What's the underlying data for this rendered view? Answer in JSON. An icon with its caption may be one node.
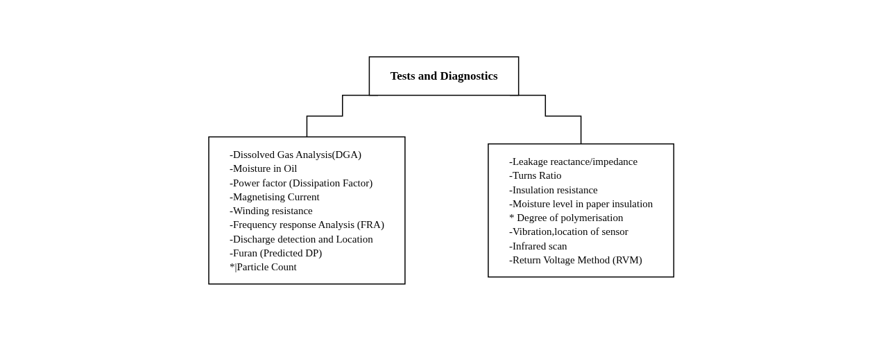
{
  "diagram": {
    "nodes": [
      {
        "text": [
          "Tests and Diagnostics"
        ]
      },
      {
        "text": [
          "-Dissolved Gas Analysis(DGA)",
          "-Moisture in Oil",
          "-Power factor (Dissipation Factor)",
          "-Magnetising Current",
          "-Winding resistance",
          "-Frequency response Analysis (FRA)",
          "-Discharge detection and Location",
          "-Furan (Predicted DP)",
          "*|Particle Count"
        ]
      },
      {
        "text": [
          "-Leakage reactance/impedance",
          "-Turns Ratio",
          "-Insulation resistance",
          "-Moisture level in paper insulation",
          "* Degree of polymerisation",
          "-Vibration,location of sensor",
          "-Infrared scan",
          "-Return Voltage Method (RVM)"
        ]
      }
    ],
    "edges": [
      {
        "from": 0,
        "to": 1,
        "arrow": "none"
      },
      {
        "from": 0,
        "to": 2,
        "arrow": "none"
      }
    ]
  }
}
